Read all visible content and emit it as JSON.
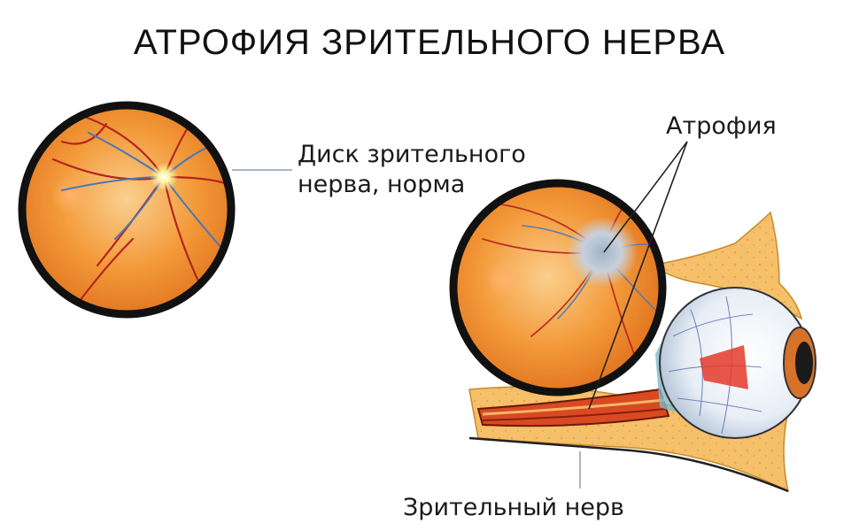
{
  "title": "АТРОФИЯ ЗРИТЕЛЬНОГО НЕРВА",
  "labels": {
    "normal_disc_line1": "Диск зрительного",
    "normal_disc_line2": "нерва, норма",
    "atrophy": "Атрофия",
    "optic_nerve": "Зрительный нерв"
  },
  "colors": {
    "fundus_orange": "#f08a2a",
    "fundus_light": "#fbc27c",
    "vessel_red": "#b3261e",
    "vessel_blue": "#4a78b5",
    "tissue_yellow": "#f8c873",
    "outline": "#111111",
    "pale_disc": "#b9c2cf"
  }
}
